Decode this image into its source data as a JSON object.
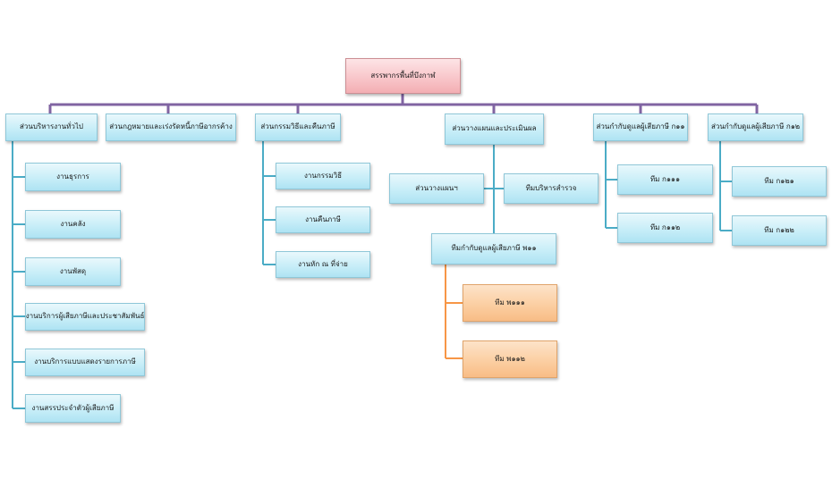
{
  "colors": {
    "purple_line": "#8064a2",
    "blue_line": "#4bacc6",
    "orange_line": "#f79646"
  },
  "root": {
    "label": "สรรพากรพื้นที่บึงกาฬ"
  },
  "departments": [
    {
      "label": "ส่วนบริหารงานทั่วไป"
    },
    {
      "label": "ส่วนกฎหมายและเร่งรัดหนี้ภาษีอากรค้าง"
    },
    {
      "label": "ส่วนกรรมวิธีและคืนภาษี"
    },
    {
      "label": "ส่วนวางแผนและประเมินผล"
    },
    {
      "label": "ส่วนกำกับดูแลผู้เสียภาษี ก๑๑"
    },
    {
      "label": "ส่วนกำกับดูแลผู้เสียภาษี ก๑๒"
    }
  ],
  "admin_units": [
    {
      "label": "งานธุรการ"
    },
    {
      "label": "งานคลัง"
    },
    {
      "label": "งานพัสดุ"
    },
    {
      "label": "งานบริการผู้เสียภาษีและประชาสัมพันธ์"
    },
    {
      "label": "งานบริการแบบแสดงรายการภาษี"
    },
    {
      "label": "งานสรรประจำตัวผู้เสียภาษี"
    }
  ],
  "process_units": [
    {
      "label": "งานกรรมวิธี"
    },
    {
      "label": "งานคืนภาษี"
    },
    {
      "label": "งานหัก ณ ที่จ่าย"
    }
  ],
  "planning_units": {
    "left": {
      "label": "ส่วนวางแผนฯ"
    },
    "right": {
      "label": "ทีมบริหารสำรวจ"
    },
    "sub": {
      "label": "ทีมกำกับดูแลผู้เสียภาษี พ๑๑"
    },
    "teams": [
      {
        "label": "ทีม พ๑๑๑"
      },
      {
        "label": "ทีม พ๑๑๒"
      }
    ]
  },
  "k11_teams": [
    {
      "label": "ทีม ก๑๑๑"
    },
    {
      "label": "ทีม ก๑๑๒"
    }
  ],
  "k12_teams": [
    {
      "label": "ทีม ก๑๒๑"
    },
    {
      "label": "ทีม ก๑๒๒"
    }
  ]
}
